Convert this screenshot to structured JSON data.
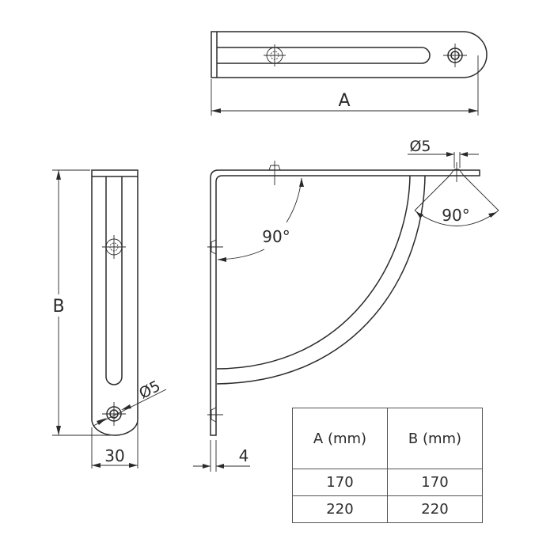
{
  "drawing": {
    "top_view": {
      "dimension_label": "A"
    },
    "side_view": {
      "dimension_label": "B",
      "width_label": "30",
      "hole_label": "Ø5"
    },
    "front_view": {
      "angle_label_left": "90°",
      "angle_label_right": "90°",
      "hole_label": "Ø5",
      "thickness_label": "4"
    }
  },
  "table": {
    "headers": [
      "A (mm)",
      "B (mm)"
    ],
    "rows": [
      [
        "170",
        "170"
      ],
      [
        "220",
        "220"
      ]
    ]
  },
  "colors": {
    "line": "#2a2a2a",
    "background": "#ffffff"
  }
}
